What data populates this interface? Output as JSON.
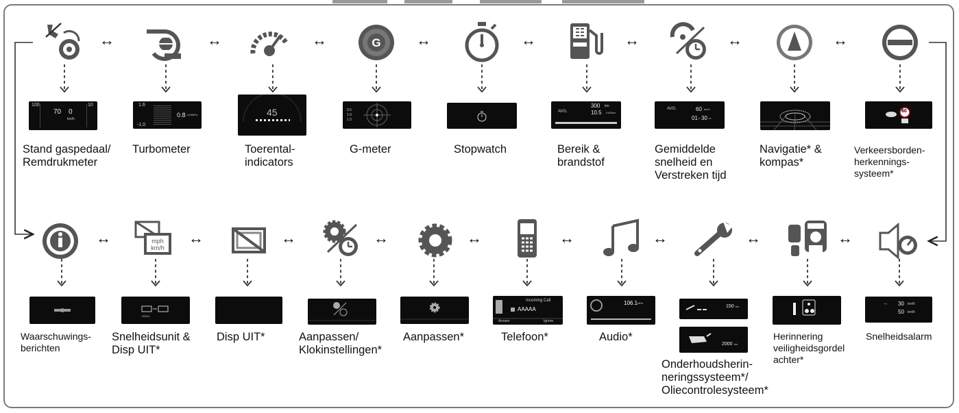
{
  "arrow_symbol": "↔",
  "row1": [
    {
      "id": "pedal",
      "label": "Stand gaspedaal/\nRemdrukmeter",
      "icon": "pedal-brake-gauge-icon"
    },
    {
      "id": "turbo",
      "label": "Turbometer",
      "icon": "turbo-icon"
    },
    {
      "id": "rev",
      "label": "Toerental-\nindicators",
      "icon": "rev-indicator-icon"
    },
    {
      "id": "gmeter",
      "label": "G-meter",
      "icon": "g-meter-icon"
    },
    {
      "id": "stopwatch",
      "label": "Stopwatch",
      "icon": "stopwatch-icon"
    },
    {
      "id": "range",
      "label": "Bereik &\nbrandstof",
      "icon": "fuel-pump-icon"
    },
    {
      "id": "avgspeed",
      "label": "Gemiddelde\nsnelheid en\nVerstreken tijd",
      "icon": "avg-speed-clock-icon"
    },
    {
      "id": "nav",
      "label": "Navigatie* &\nkompas*",
      "icon": "compass-icon"
    },
    {
      "id": "tsr",
      "label": "Verkeersborden-\nherkennings-\nsysteem*",
      "icon": "traffic-sign-icon"
    }
  ],
  "row2": [
    {
      "id": "warn",
      "label": "Waarschuwings-\nberichten",
      "icon": "info-icon"
    },
    {
      "id": "unit",
      "label": "Snelheidsunit &\nDisp UIT*",
      "icon": "speed-unit-icon"
    },
    {
      "id": "dispoff",
      "label": "Disp UIT*",
      "icon": "display-off-icon"
    },
    {
      "id": "clock",
      "label": "Aanpassen/\nKlokinstellingen*",
      "icon": "gear-clock-icon"
    },
    {
      "id": "settings",
      "label": "Aanpassen*",
      "icon": "gear-icon"
    },
    {
      "id": "phone",
      "label": "Telefoon*",
      "icon": "phone-icon"
    },
    {
      "id": "audio",
      "label": "Audio*",
      "icon": "music-note-icon"
    },
    {
      "id": "maint",
      "label": "Onderhoudsherin-\nneringssysteem*/\nOliecontrolesysteem*",
      "icon": "wrench-icon"
    },
    {
      "id": "belt",
      "label": "Herinnering\nveiligheidsgordel\nachter*",
      "icon": "seatbelt-icon"
    },
    {
      "id": "speedalarm",
      "label": "Snelheidsalarm",
      "icon": "speed-alarm-icon"
    }
  ],
  "screens": {
    "pedal": {
      "a": "70",
      "b": "0",
      "l": "100",
      "r": "10",
      "c": "km/h"
    },
    "turbo": {
      "top": "1.6",
      "bot": "-1.0",
      "val": "0.8",
      "unit": "×100kPa"
    },
    "rev": {
      "val": "45"
    },
    "gmeter": {
      "a": "0.5",
      "b": "1.0",
      "c": "1.5"
    },
    "range": {
      "l1": "300",
      "u1": "km",
      "l2": "AVG.",
      "l3": "10.5",
      "u3": "l/100km"
    },
    "avgspeed": {
      "l1": "AVG.",
      "v1": "60",
      "u1": "km/h",
      "v2": "01",
      "u2": "h",
      "v3": "30",
      "u3": "m"
    },
    "tsr": {
      "sign": "60"
    },
    "phone": {
      "title": "Incoming Call",
      "name": "AAAAA",
      "ans": "Answer",
      "ign": "Ignore"
    },
    "audio": {
      "freq": "106.1",
      "unit": "MHz"
    },
    "maint": {
      "a": "150",
      "au": "km",
      "b": "2000",
      "bu": "km"
    },
    "speedalarm": {
      "v1": "30",
      "u1": "km/h",
      "v2": "50",
      "u2": "km/h"
    },
    "unit": {
      "hold": "HOLD"
    }
  }
}
